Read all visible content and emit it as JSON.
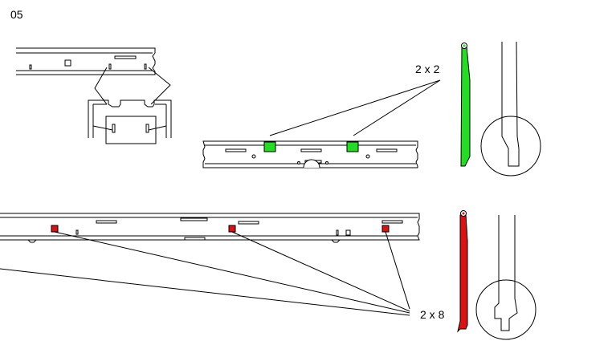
{
  "page": {
    "step_number": "05"
  },
  "callouts": {
    "top_quantity": "2 x 2",
    "bottom_quantity": "2 x 8"
  },
  "colors": {
    "top_highlight": "#22dd22",
    "bottom_highlight": "#dd1111",
    "line": "#000000",
    "background": "#ffffff"
  }
}
